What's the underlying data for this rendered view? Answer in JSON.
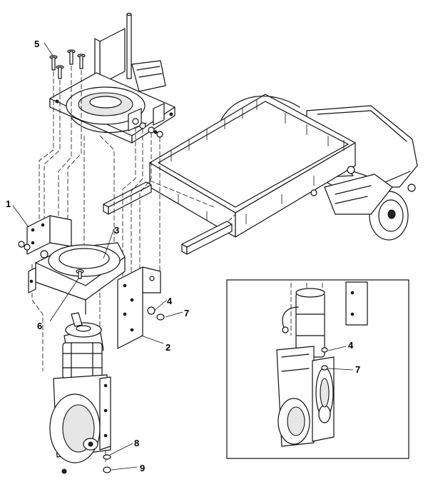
{
  "callouts": {
    "c1": "1",
    "c2": "2",
    "c3": "3",
    "c4": "4",
    "c5": "5",
    "c6": "6",
    "c7": "7",
    "c8": "8",
    "c9": "9"
  },
  "detail_callouts": {
    "c4": "4",
    "c7": "7"
  },
  "colors": {
    "line": "#111111",
    "background": "#ffffff",
    "shade": "#e6e6e6"
  }
}
